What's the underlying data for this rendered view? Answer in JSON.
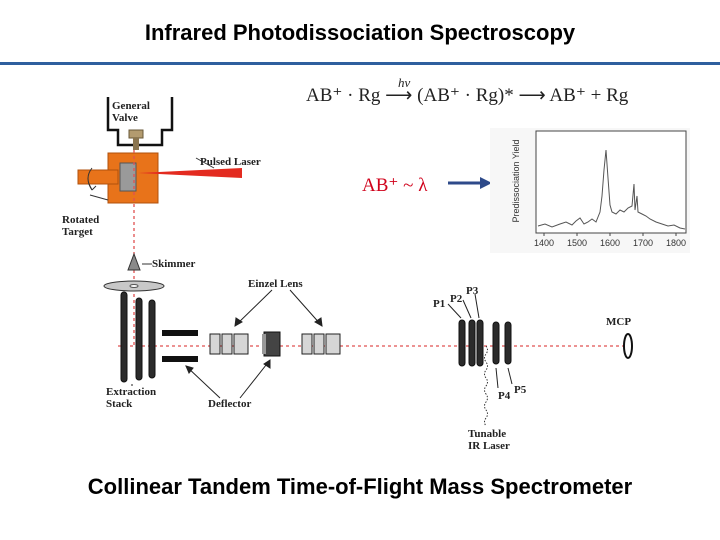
{
  "slide": {
    "title": "Infrared Photodissociation Spectroscopy",
    "caption": "Collinear Tandem Time-of-Flight Mass Spectrometer"
  },
  "reaction": {
    "equation": "AB⁺ · Rg ⟶ (AB⁺ · Rg)* ⟶ AB⁺ + Rg",
    "arrow_label": "hν"
  },
  "ion_label": "AB⁺ ~ λ",
  "labels": {
    "general_valve": [
      "General",
      "Valve"
    ],
    "pulsed_laser": "Pulsed Laser",
    "rotated_target": [
      "Rotated",
      "Target"
    ],
    "skimmer": "Skimmer",
    "einzel_lens": "Einzel Lens",
    "extraction_stack": [
      "Extraction",
      "Stack"
    ],
    "deflector": "Deflector",
    "p1": "P1",
    "p2": "P2",
    "p3": "P3",
    "p4": "P4",
    "p5": "P5",
    "mcp": "MCP",
    "tunable_ir_laser": [
      "Tunable",
      "IR Laser"
    ]
  },
  "spectrum": {
    "ylabel": "Predissociation Yield",
    "x_ticks": [
      "1400",
      "1500",
      "1600",
      "1700",
      "1800"
    ]
  },
  "colors": {
    "title_rule": "#2e5f9e",
    "ion_label": "#d0021b",
    "laser": "#e32b20",
    "target": "#e8731a",
    "beam": "#e05050"
  }
}
